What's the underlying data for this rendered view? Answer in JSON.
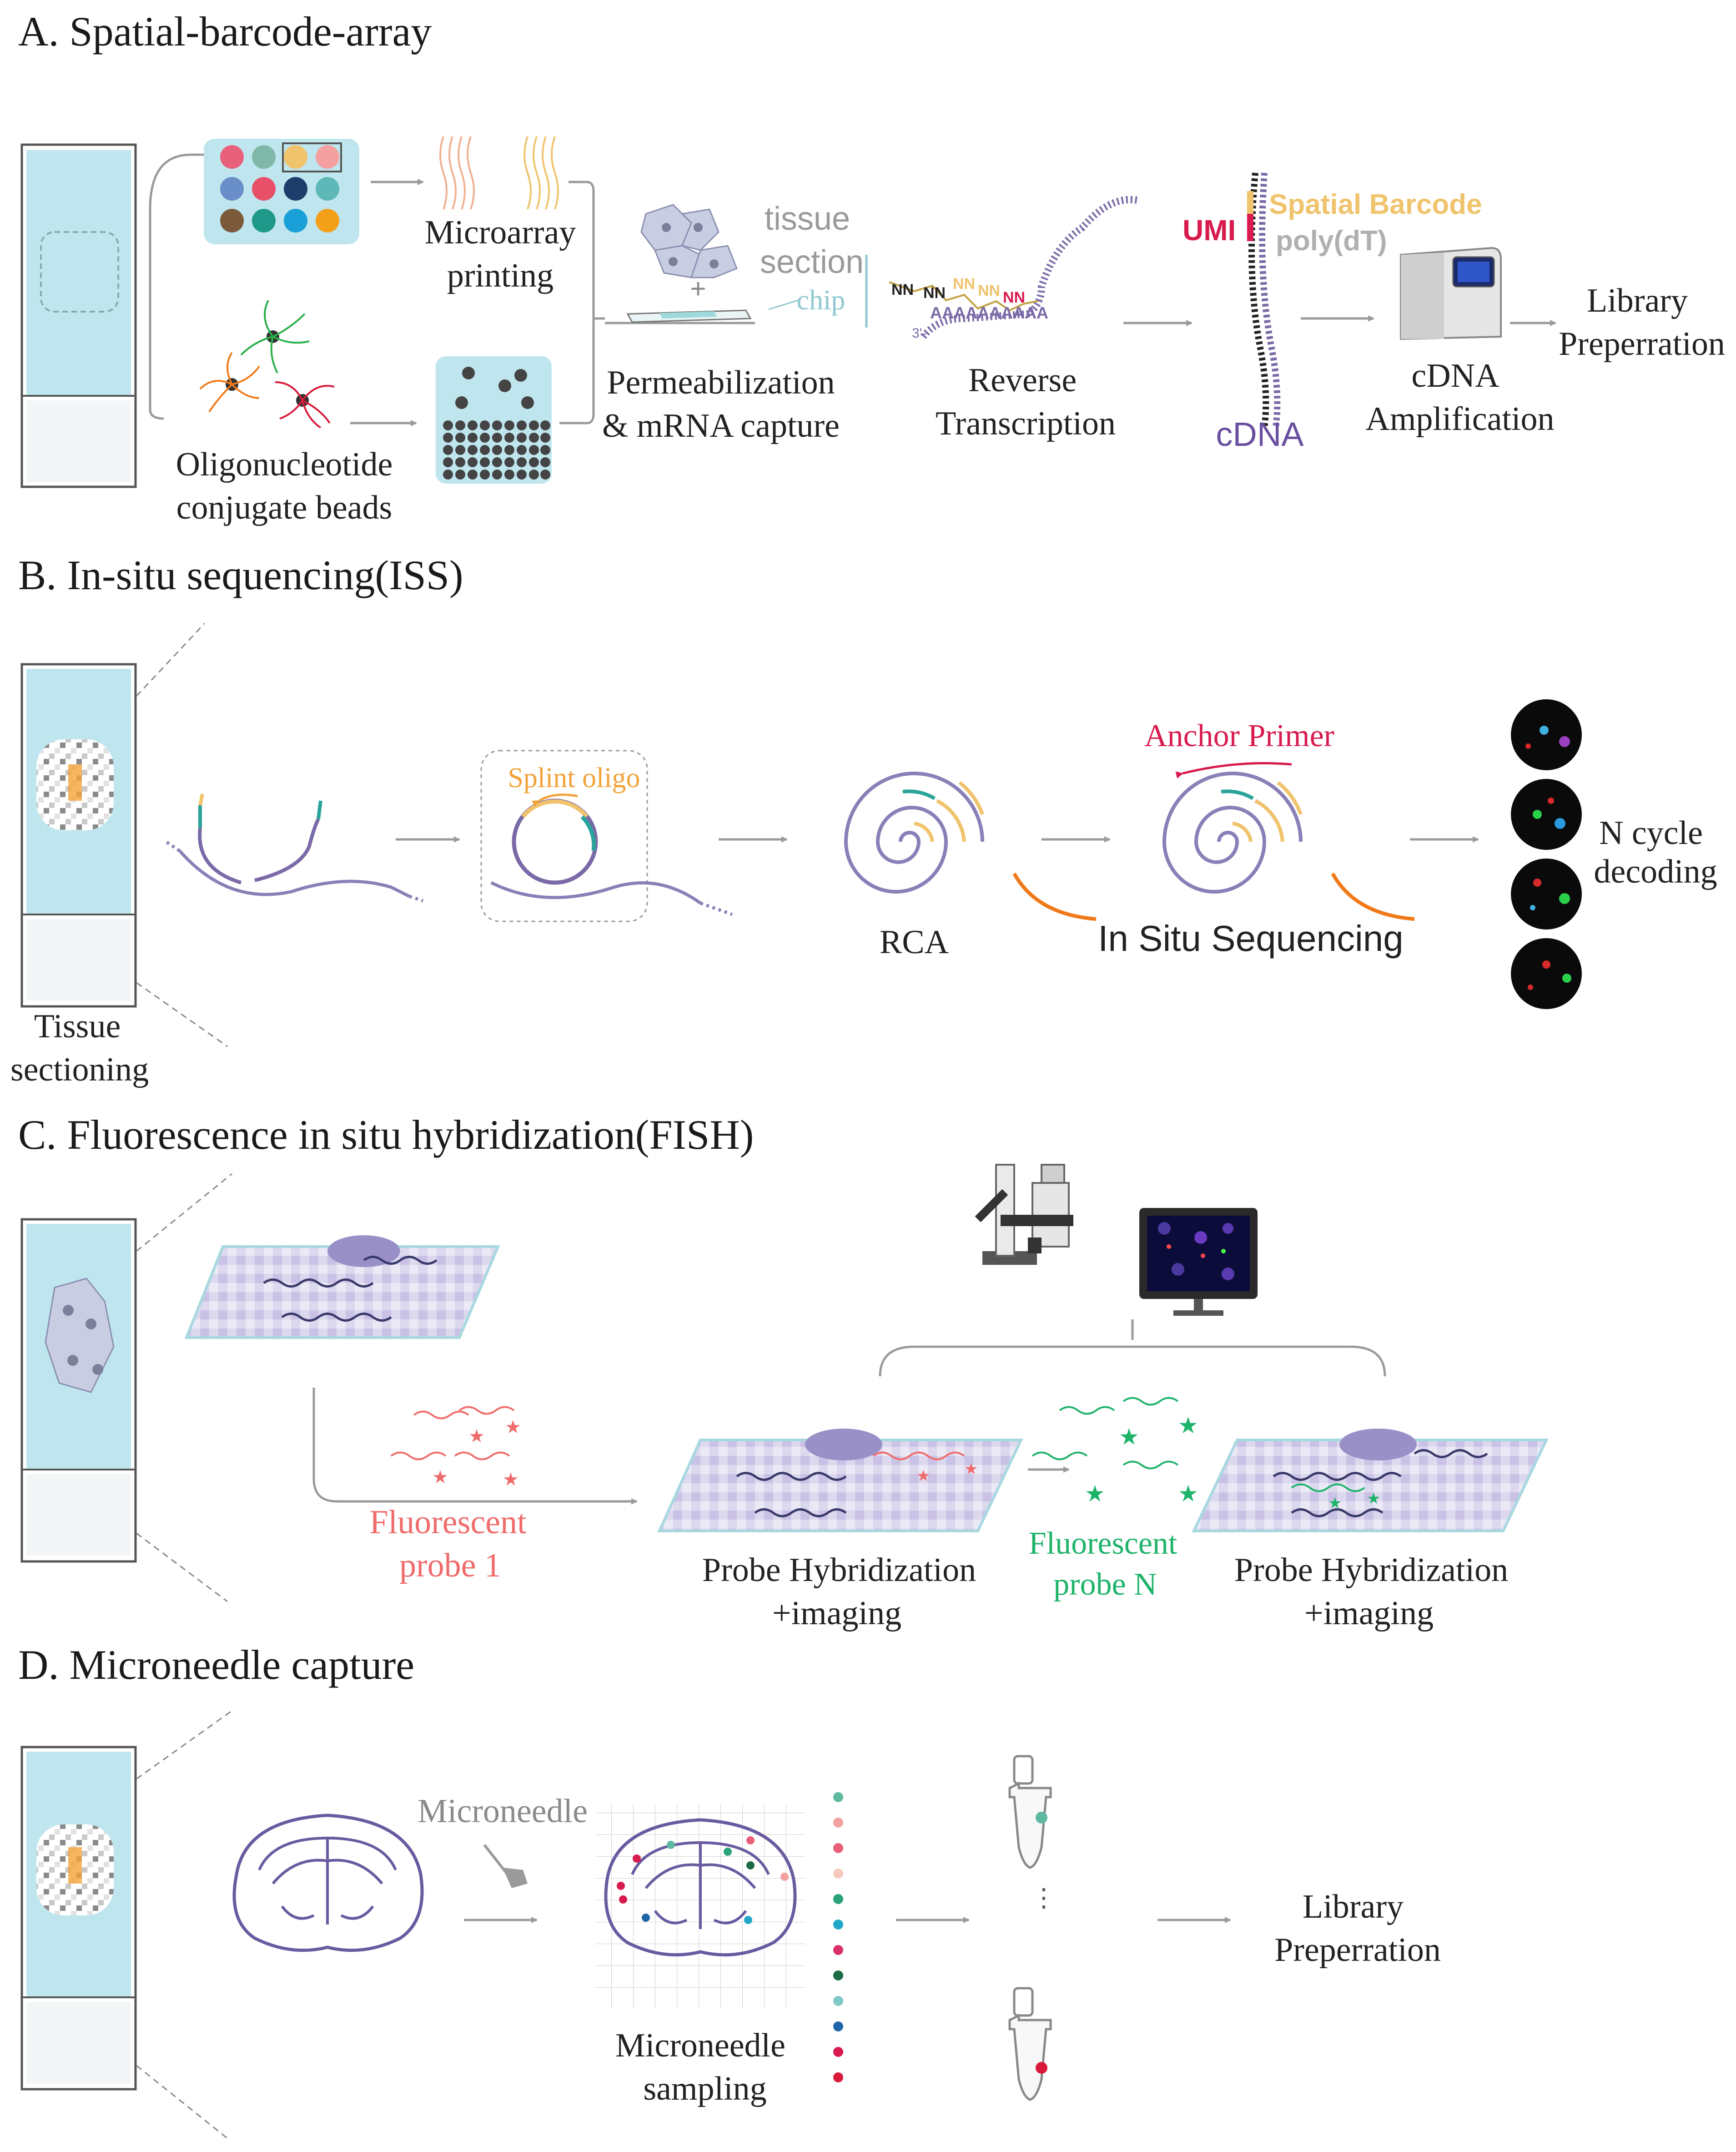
{
  "sections": {
    "a": {
      "title": "A.  Spatial-barcode-array",
      "microarray": [
        "Microarray",
        "printing"
      ],
      "oligo": [
        "Oligonucleotide",
        "conjugate beads"
      ],
      "tissue": [
        "tissue",
        "section"
      ],
      "chip": "chip",
      "permeabilization": [
        "Permeabilization",
        "& mRNA capture"
      ],
      "reverse": [
        "Reverse",
        "Transcription"
      ],
      "umi": "UMI",
      "spatial_barcode": "Spatial Barcode",
      "polydt": "poly(dT)",
      "cdna": "cDNA",
      "amplification": [
        "cDNA",
        "Amplification"
      ],
      "library": [
        "Library",
        "Preperration"
      ],
      "seq_nn1": "NN",
      "seq_nn2": "NN",
      "seq_nn3": "NN",
      "seq_nn4": "NN",
      "seq_nn5": "NN",
      "seq_polya": "AAAAAAAAAA",
      "seq_3prime": "3'-",
      "plus": "+"
    },
    "b": {
      "title": "B.  In-situ sequencing(ISS)",
      "tissue_sectioning": [
        "Tissue",
        "sectioning"
      ],
      "splint": "Splint oligo",
      "rca": "RCA",
      "anchor": "Anchor Primer",
      "insitu": "In Situ Sequencing",
      "decoding": [
        "N cycle",
        "decoding"
      ]
    },
    "c": {
      "title": "C.  Fluorescence in situ hybridization(FISH)",
      "probe1": [
        "Fluorescent",
        "probe 1"
      ],
      "probe_hyb_1": [
        "Probe Hybridization",
        "+imaging"
      ],
      "probeN": [
        "Fluorescent",
        "probe N"
      ],
      "probe_hyb_2": [
        "Probe Hybridization",
        "+imaging"
      ]
    },
    "d": {
      "title": "D.  Microneedle capture",
      "microneedle": "Microneedle",
      "sampling": [
        "Microneedle",
        "sampling"
      ],
      "dots": "·\n·\n·",
      "library": [
        "Library",
        "Preperration"
      ]
    }
  },
  "colors": {
    "slide_blue": "#bfe6ee",
    "umi": "#d81b4e",
    "spatial_barcode": "#f0c36d",
    "polydt": "#b0b0b0",
    "cdna": "#6a4fa0",
    "splint": "#f2a33a",
    "anchor": "#d81b4e",
    "probe1": "#f06b6b",
    "probeN": "#1fb36a",
    "teal": "#2aa39a",
    "orange": "#f07a1a",
    "purple": "#7a6aa8"
  },
  "microneedle_dot_colors": [
    "#5fb8a0",
    "#f2a0a0",
    "#e8607a",
    "#f6c9c0",
    "#2aa37a",
    "#20a8c8",
    "#d8306a",
    "#1d6b44",
    "#7fc8c8",
    "#1f66a8",
    "#d81b4e",
    "#d81b3a"
  ],
  "icons": [
    "glass-slide-icon",
    "bead-array-icon",
    "microarray-strands-icon",
    "oligo-bead-icon",
    "bead-grid-icon",
    "cells-icon",
    "cdna-strand-icon",
    "pcr-machine-icon",
    "microscope-icon",
    "monitor-icon",
    "brain-section-icon",
    "microneedle-icon",
    "tube-icon"
  ]
}
